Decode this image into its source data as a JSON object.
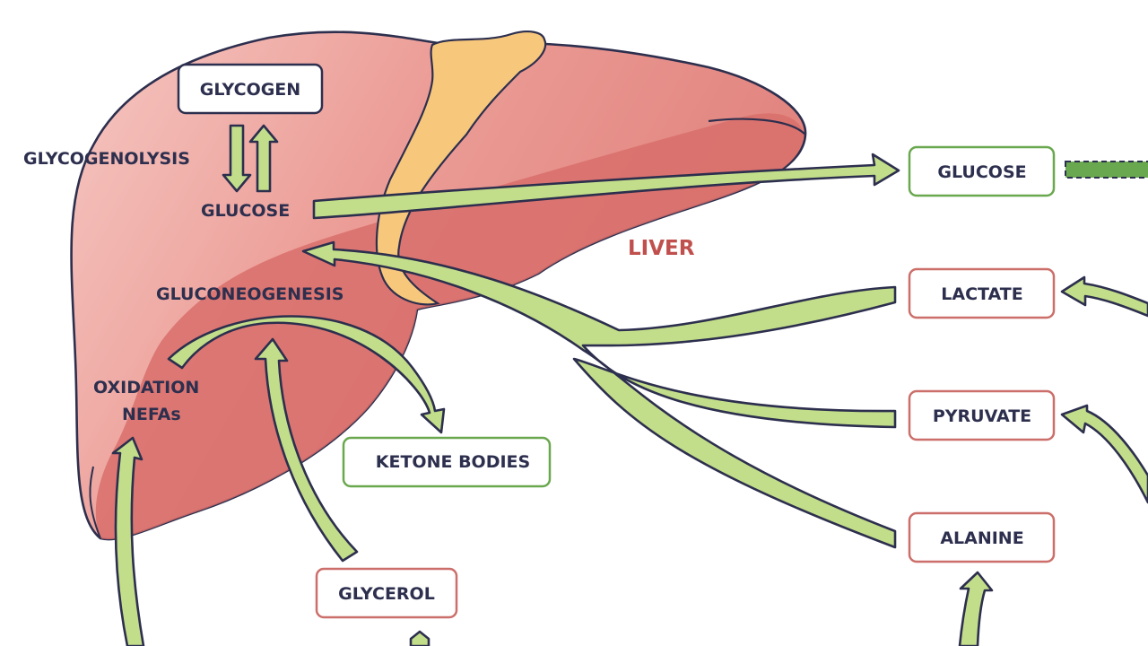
{
  "labels": {
    "glycogenolysis": "GLYCOGENOLYSIS",
    "glucose_inner": "GLUCOSE",
    "gluconeogenesis": "GLUCONEOGENESIS",
    "oxidation_line1": "OXIDATION",
    "oxidation_line2": "NEFAs",
    "liver": "LIVER"
  },
  "boxes": {
    "glycogen": "GLYCOGEN",
    "glucose": "GLUCOSE",
    "lactate": "LACTATE",
    "pyruvate": "PYRUVATE",
    "alanine": "ALANINE",
    "ketone_bodies": "KETONE BODIES",
    "glycerol": "GLYCEROL"
  },
  "colors": {
    "outline": "#2d2f4e",
    "liver_fill": "#e88580",
    "liver_dark": "#d86e6b",
    "gallbladder": "#f7c77b",
    "arrow_fill": "#c3de8a",
    "green_box_border": "#6aa84f",
    "red_box_border": "#cc6f6a",
    "liver_label": "#c0504d"
  }
}
